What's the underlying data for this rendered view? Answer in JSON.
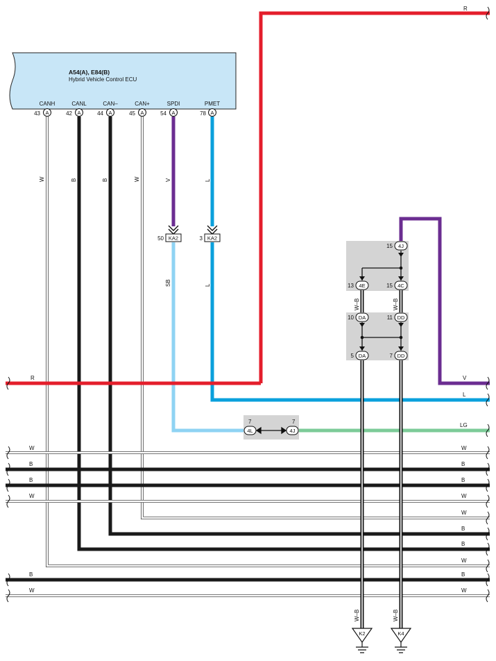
{
  "ecu": {
    "code": "A54(A), E84(B)",
    "name": "Hybrid Vehicle Control ECU",
    "pins": [
      {
        "name": "CANH",
        "num": "43",
        "conn": "A"
      },
      {
        "name": "CANL",
        "num": "42",
        "conn": "A"
      },
      {
        "name": "CAN–",
        "num": "44",
        "conn": "A"
      },
      {
        "name": "CAN+",
        "num": "45",
        "conn": "A"
      },
      {
        "name": "SPDI",
        "num": "54",
        "conn": "A"
      },
      {
        "name": "PMET",
        "num": "78",
        "conn": "A"
      }
    ]
  },
  "colors": {
    "R": "#e41e2b",
    "B": "#1a1a1a",
    "W": "#ffffff",
    "V": "#6b2d91",
    "L": "#0aa0dc",
    "SB": "#8fd3f3",
    "LG": "#7ccb98",
    "splice_bg": "#d4d4d4",
    "ecu_bg": "#c8e6f7"
  },
  "wire_labels": {
    "canh": "W",
    "canl": "B",
    "canm": "B",
    "canp": "W",
    "spdi": "V",
    "pmet": "L",
    "spdi_lower": "SB",
    "pmet_lower": "L",
    "top_red": "R",
    "mid_red": "R",
    "purple_out": "V",
    "blue_out": "L",
    "green_out": "LG",
    "wb_left": "W–B",
    "wb_right": "W–B",
    "wb_left_low": "W–B",
    "wb_right_low": "W–B"
  },
  "bus_lines": [
    {
      "left": "W",
      "right": "W"
    },
    {
      "left": "B",
      "right": "B"
    },
    {
      "left": "B",
      "right": "B"
    },
    {
      "left": "W",
      "right": "W"
    },
    {
      "left": "",
      "right": "W"
    },
    {
      "left": "",
      "right": "B"
    },
    {
      "left": "",
      "right": "B"
    },
    {
      "left": "",
      "right": "W"
    },
    {
      "left": "B",
      "right": "B"
    },
    {
      "left": "W",
      "right": "W"
    }
  ],
  "connectors": {
    "ka2_spdi": {
      "num": "50",
      "code": "KA2"
    },
    "ka2_pmet": {
      "num": "3",
      "code": "KA2"
    },
    "j4l": {
      "num": "7",
      "code": "4L"
    },
    "j4j": {
      "num": "7",
      "code": "4J"
    },
    "s15_4j": {
      "num": "15",
      "code": "4J"
    },
    "s13_4e": {
      "num": "13",
      "code": "4E"
    },
    "s15_4c": {
      "num": "15",
      "code": "4C"
    },
    "s10_da": {
      "num": "10",
      "code": "DA"
    },
    "s11_dd": {
      "num": "11",
      "code": "DD"
    },
    "s5_da": {
      "num": "5",
      "code": "DA"
    },
    "s7_dd": {
      "num": "7",
      "code": "DD"
    }
  },
  "grounds": [
    {
      "code": "K2"
    },
    {
      "code": "K4"
    }
  ]
}
